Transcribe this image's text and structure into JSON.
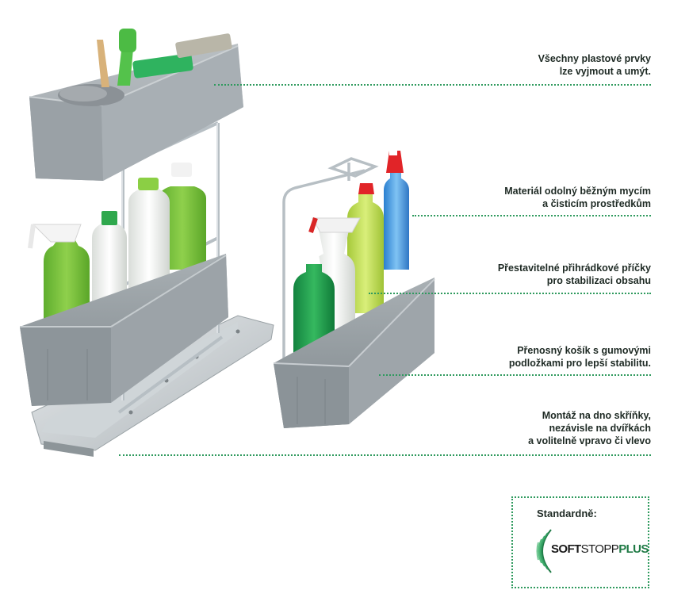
{
  "callouts": [
    {
      "lines": [
        "Všechny plastové prvky",
        "lze vyjmout a umýt."
      ]
    },
    {
      "lines": [
        "Materiál odolný běžným mycím",
        "a čisticím prostředkům"
      ]
    },
    {
      "lines": [
        "Přestavitelné přihrádkové příčky",
        "pro stabilizaci obsahu"
      ]
    },
    {
      "lines": [
        "Přenosný košík s gumovými",
        "podložkami pro lepší stabilitu."
      ]
    },
    {
      "lines": [
        "Montáž na dno skříňky,",
        "nezávisle na dvířkách",
        "a volitelně vpravo či vlevo"
      ]
    }
  ],
  "badge": {
    "title": "Standardně:",
    "logo_soft": "SOFT",
    "logo_stopp": "STOPP",
    "logo_plus": "PLUS"
  },
  "colors": {
    "accent_green": "#2f9a5e",
    "basket_grey": "#8e969b",
    "text": "#1e2a24"
  }
}
